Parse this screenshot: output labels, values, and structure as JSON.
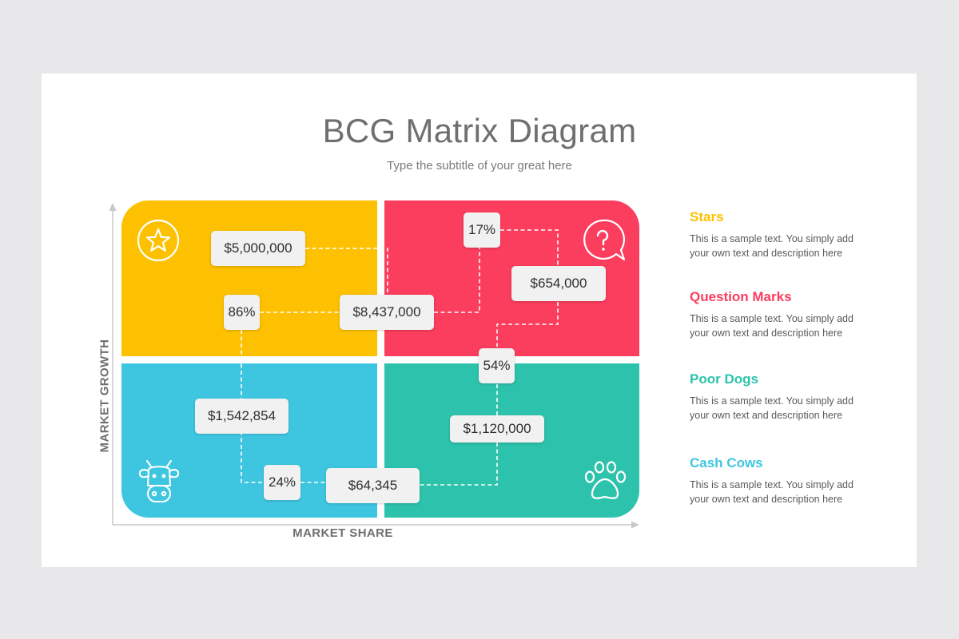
{
  "header": {
    "title": "BCG Matrix Diagram",
    "subtitle": "Type the subtitle of your great here"
  },
  "axes": {
    "y_label": "MARKET GROWTH",
    "x_label": "MARKET SHARE"
  },
  "colors": {
    "stars": "#fdc101",
    "question_marks": "#fb3d5e",
    "cash_cows": "#3ec6e1",
    "poor_dogs": "#2dc2ac"
  },
  "quadrants": {
    "stars_icon": "star-icon",
    "question_marks_icon": "question-bubble-icon",
    "cash_cows_icon": "cow-icon",
    "poor_dogs_icon": "paw-icon"
  },
  "values": {
    "v1": "$5,000,000",
    "v2": "86%",
    "v3": "$8,437,000",
    "v4": "17%",
    "v5": "$654,000",
    "v6": "54%",
    "v7": "$1,542,854",
    "v8": "24%",
    "v9": "$64,345",
    "v10": "$1,120,000"
  },
  "legend": [
    {
      "title": "Stars",
      "desc": "This is a sample text. You simply add your own text and description here"
    },
    {
      "title": "Question Marks",
      "desc": "This is a sample text. You simply add your own text and description here"
    },
    {
      "title": "Poor Dogs",
      "desc": "This is a sample text. You simply add your own text and description here"
    },
    {
      "title": "Cash Cows",
      "desc": "This is a sample text. You simply add your own text and description here"
    }
  ]
}
